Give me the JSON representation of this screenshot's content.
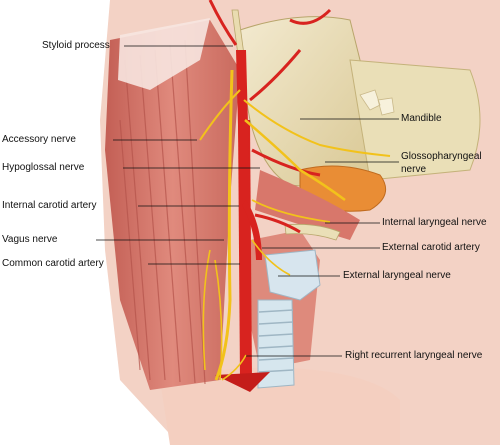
{
  "labels": {
    "styloid_process": "Styloid process",
    "accessory_nerve": "Accessory nerve",
    "hypoglossal_nerve": "Hypoglossal nerve",
    "internal_carotid_artery": "Internal carotid artery",
    "vagus_nerve": "Vagus nerve",
    "common_carotid_artery": "Common carotid artery",
    "mandible": "Mandible",
    "glossopharyngeal_nerve_line1": "Glossopharyngeal",
    "glossopharyngeal_nerve_line2": "nerve",
    "internal_laryngeal_nerve": "Internal laryngeal nerve",
    "external_carotid_artery": "External carotid artery",
    "external_laryngeal_nerve": "External laryngeal nerve",
    "right_recurrent_laryngeal_nerve": "Right recurrent laryngeal nerve"
  },
  "colors": {
    "muscle": "#d9776b",
    "muscle_dark": "#b9564c",
    "bone": "#e9dcb0",
    "artery": "#d8231f",
    "nerve": "#f2c21b",
    "gland": "#e9892f",
    "cartilage": "#cfe0ea",
    "skin": "#f1c4b4"
  }
}
